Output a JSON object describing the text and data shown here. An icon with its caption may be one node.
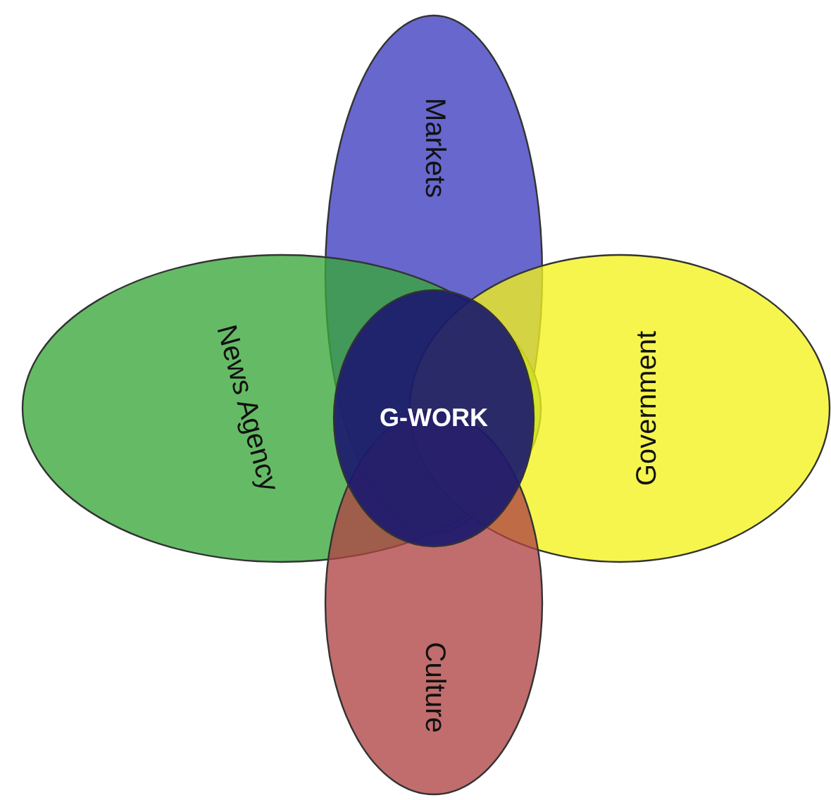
{
  "diagram": {
    "nodes": [
      {
        "text": [
          "Markets"
        ]
      },
      {
        "text": [
          "News Agency"
        ]
      },
      {
        "text": [
          "Government"
        ]
      },
      {
        "text": [
          "Culture"
        ]
      },
      {
        "text": [
          "G-WORK"
        ]
      }
    ]
  }
}
